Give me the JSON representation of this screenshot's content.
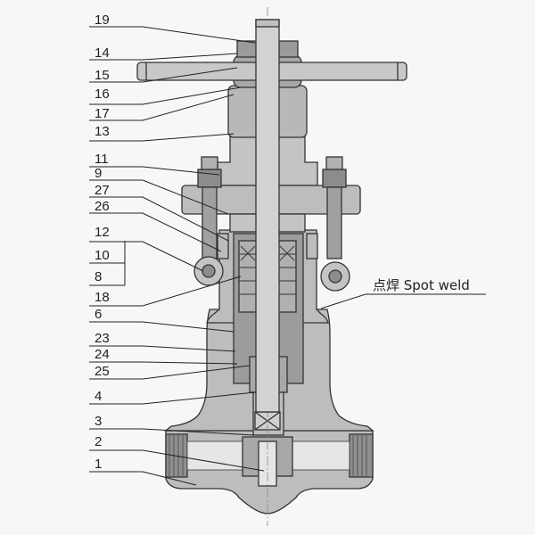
{
  "part_labels": [
    "19",
    "14",
    "15",
    "16",
    "17",
    "13",
    "11",
    "9",
    "27",
    "26",
    "12",
    "10",
    "8",
    "18",
    "6",
    "23",
    "24",
    "25",
    "4",
    "3",
    "2",
    "1"
  ],
  "annotation": "点焊 Spot weld",
  "colors": {
    "body": "#bdbdbd",
    "body_dark": "#9c9c9c",
    "stem": "#d2d2d2",
    "outline": "#333333",
    "background": "#f7f7f5"
  }
}
